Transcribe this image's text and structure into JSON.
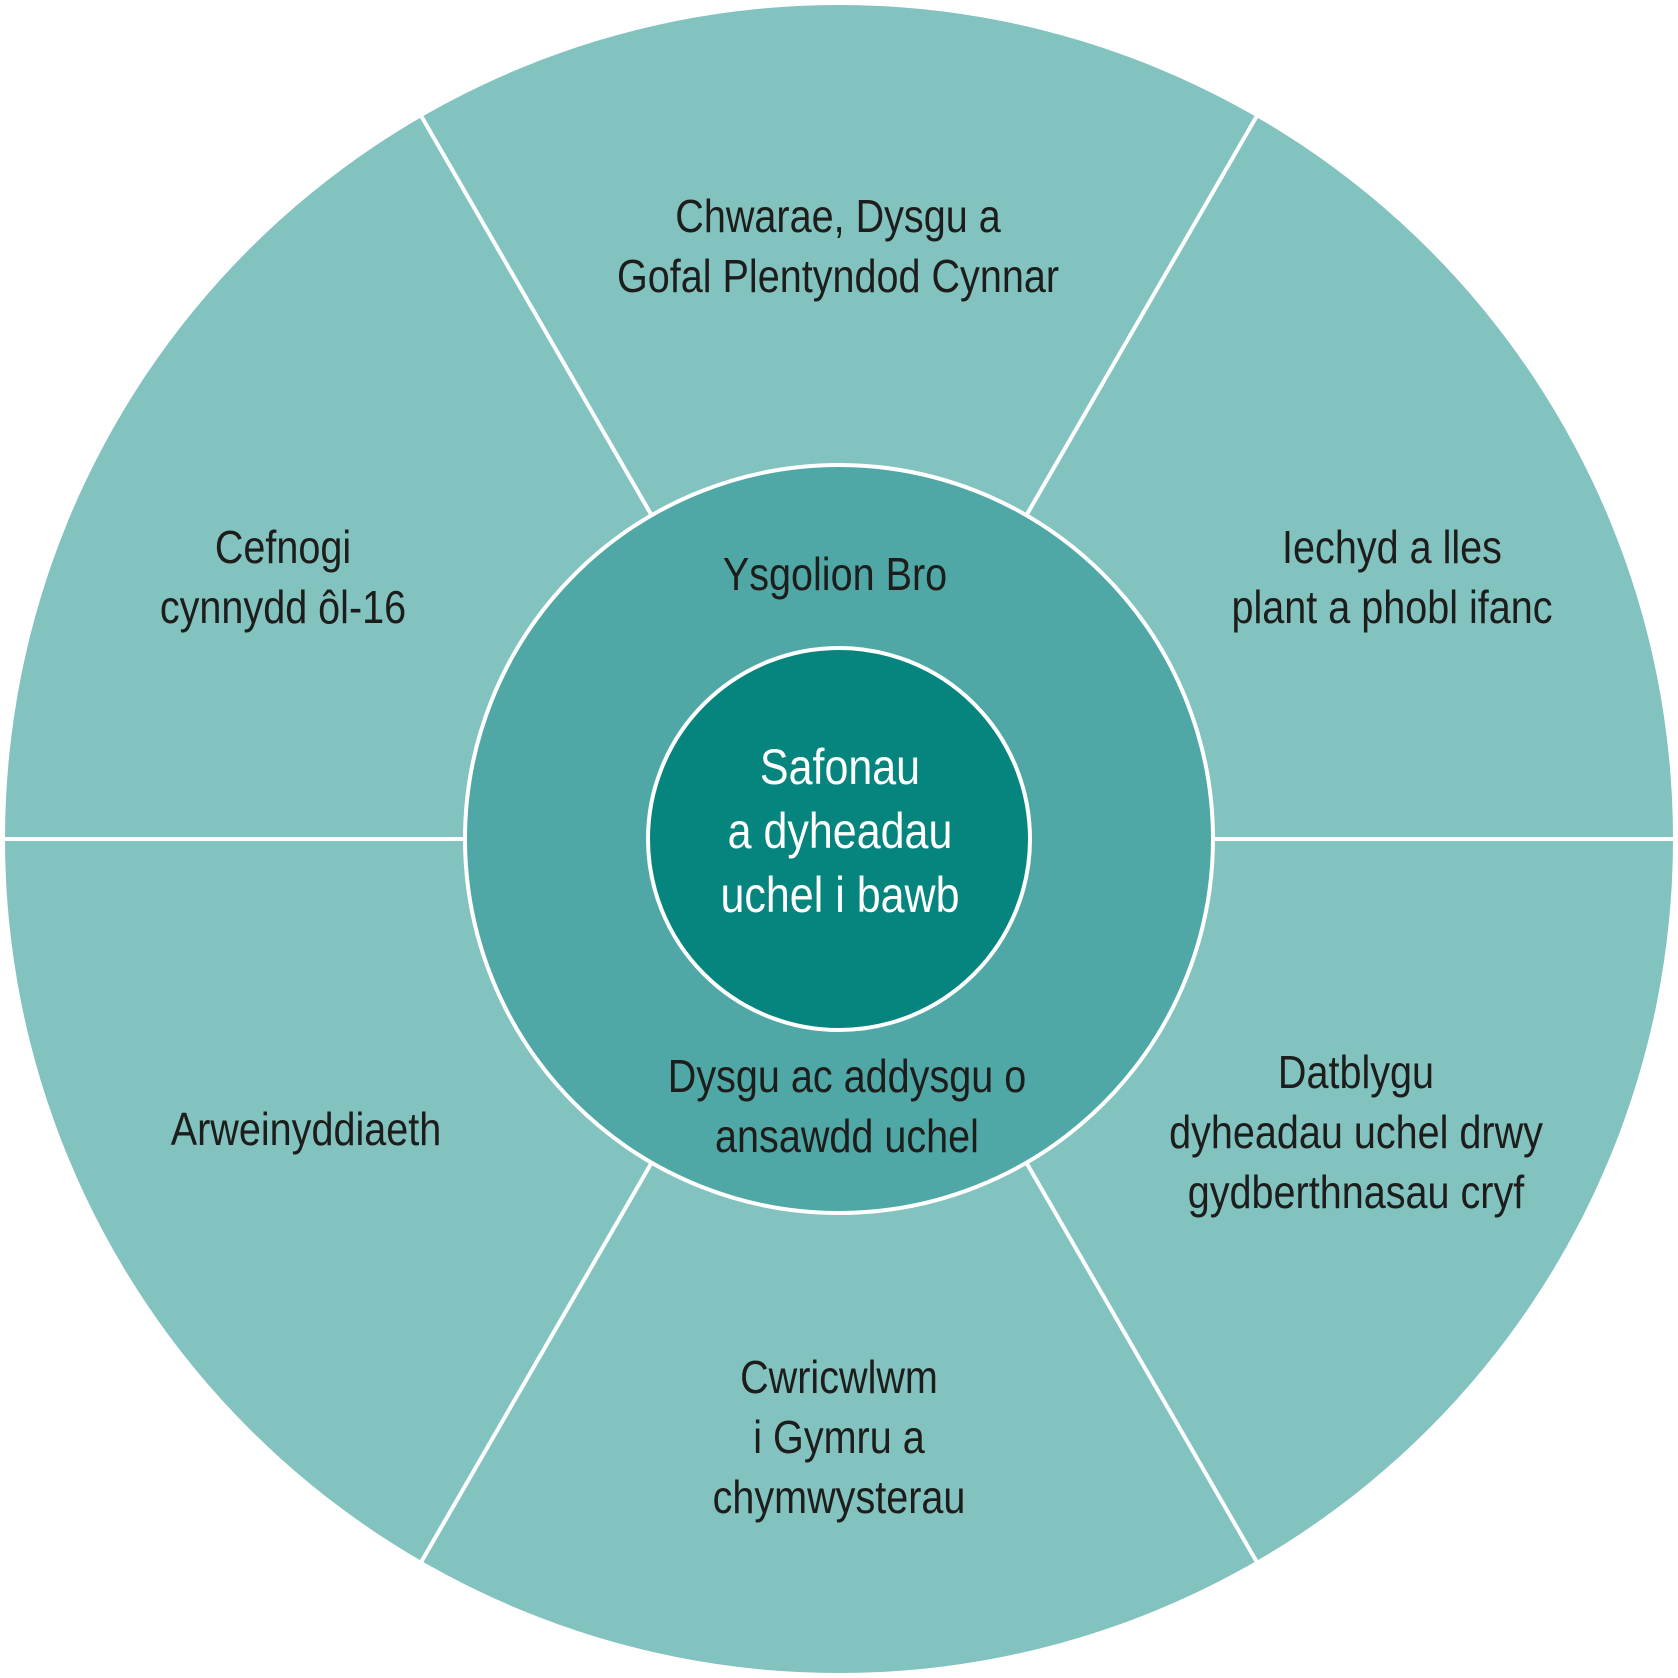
{
  "diagram": {
    "type": "concentric-wheel",
    "colors": {
      "background": "#ffffff",
      "outer_ring": "#82c2bf",
      "middle_ring": "#4fa8a6",
      "center": "#06847e",
      "divider": "#ffffff",
      "text_dark": "#1d1d1b",
      "text_light": "#ffffff"
    },
    "center": {
      "lines": [
        "Safonau",
        "a dyheadau",
        "uchel i bawb"
      ]
    },
    "middle_ring": {
      "top": {
        "lines": [
          "Ysgolion Bro"
        ]
      },
      "bottom": {
        "lines": [
          "Dysgu ac addysgu o",
          "ansawdd uchel"
        ]
      }
    },
    "outer_segments": [
      {
        "position": "top",
        "lines": [
          "Chwarae, Dysgu a",
          "Gofal Plentyndod Cynnar"
        ]
      },
      {
        "position": "upper-right",
        "lines": [
          "Iechyd a lles",
          "plant a phobl ifanc"
        ]
      },
      {
        "position": "lower-right",
        "lines": [
          "Datblygu",
          "dyheadau uchel drwy",
          "gydberthnasau cryf"
        ]
      },
      {
        "position": "bottom",
        "lines": [
          "Cwricwlwm",
          "i Gymru a",
          "chymwysterau"
        ]
      },
      {
        "position": "lower-left",
        "lines": [
          "Arweinyddiaeth"
        ]
      },
      {
        "position": "upper-left",
        "lines": [
          "Cefnogi",
          "cynnydd ôl-16"
        ]
      }
    ]
  }
}
